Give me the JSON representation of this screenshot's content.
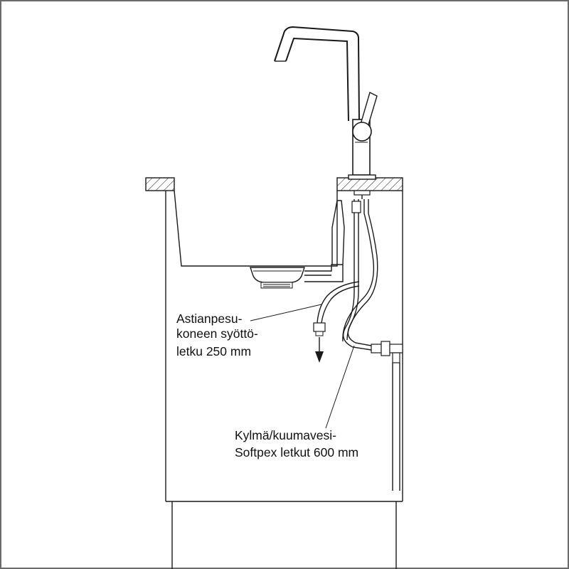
{
  "labels": {
    "dishwasher_line1": "Astianpesu-",
    "dishwasher_line2": "koneen syöttö-",
    "dishwasher_line3": "letku 250 mm",
    "softpex_line1": "Kylmä/kuumavesi-",
    "softpex_line2": "Softpex letkut 600 mm"
  },
  "icons": {
    "faucet": "kitchen-faucet-icon",
    "sink": "sink-basin-icon",
    "arrow": "arrow-down-icon"
  }
}
